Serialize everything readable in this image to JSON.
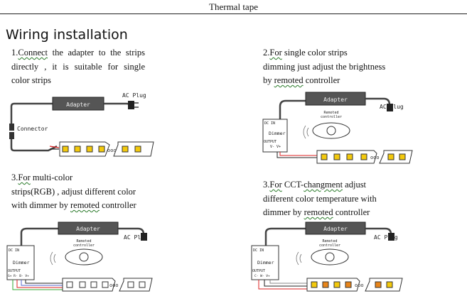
{
  "header": {
    "title": "Thermal tape"
  },
  "section_title": "Wiring installation",
  "steps": [
    {
      "lines_a": [
        "1.",
        "Connect",
        " the adapter to the strips"
      ],
      "line2": "directly , it is suitable for single",
      "line3": "color strips"
    },
    {
      "line1_prefix": "2.",
      "line1_u": "For",
      "line1_rest": " single color strips",
      "line2": "dimming just adjust the brightness",
      "line3_prefix": "by ",
      "line3_u": "remoted",
      "line3_rest": " controller"
    },
    {
      "line1_prefix": "3.",
      "line1_u": "For",
      "line1_rest": " multi-color",
      "line2": "strips(RGB) , adjust different color",
      "line3_prefix": "with dimmer by ",
      "line3_u": "remoted",
      "line3_rest": " controller"
    },
    {
      "line1_prefix": "3.",
      "line1_u": "For",
      "line1_mid": " CCT-",
      "line1_u2": "changment",
      "line1_rest": " adjust",
      "line2": "different color temperature with",
      "line3_prefix": "dimmer by ",
      "line3_u": "remoted",
      "line3_rest": " controller"
    }
  ],
  "labels": {
    "adapter": "Adapter",
    "ac_plug": "AC Plug",
    "connector": "Connector",
    "remote_line1": "Remoted",
    "remote_line2": "controller",
    "dc_in": "DC IN",
    "dimmer": "Dimmer",
    "output": "OUTPUT",
    "pins_single": "V- V+",
    "pins_rgb": "G+ R- B- V+",
    "pins_cct": "C- W- V+",
    "dots": "ooo"
  },
  "colors": {
    "led_yellow": "#f3c90c",
    "led_orange": "#e8851a",
    "wire_red": "#d22",
    "wire_green": "#3a3",
    "wire_blue": "#56c"
  }
}
